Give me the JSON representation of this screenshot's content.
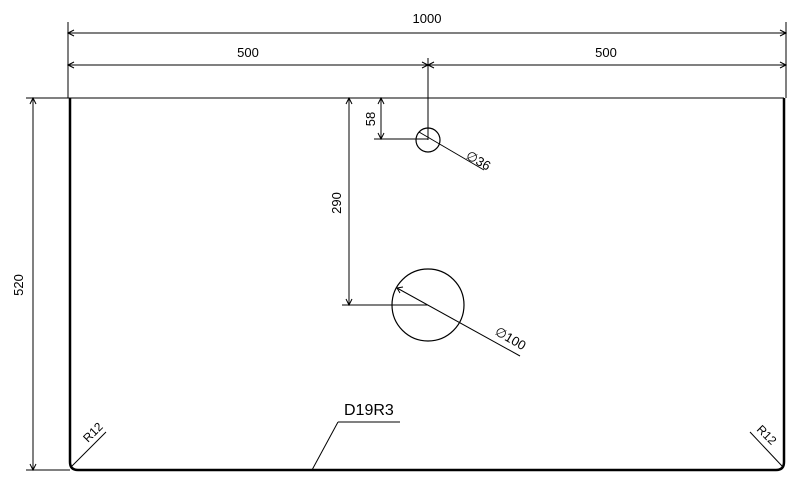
{
  "drawing": {
    "overall_width": "1000",
    "half_left": "500",
    "half_right": "500",
    "height": "520",
    "small_hole_offset": "58",
    "small_hole_diameter": "∅36",
    "large_hole_offset": "290",
    "large_hole_diameter": "∅100",
    "edge_label": "D19R3",
    "corner_radius_left": "R12",
    "corner_radius_right": "R12"
  }
}
